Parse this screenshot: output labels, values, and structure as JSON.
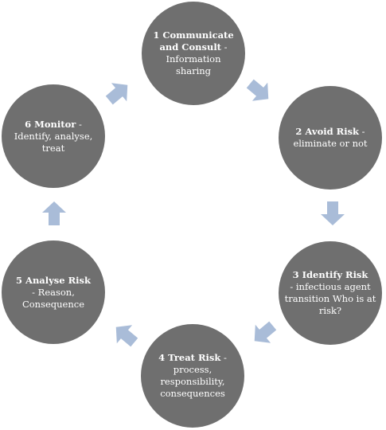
{
  "colors": {
    "node_fill": "#6f6f6f",
    "node_text": "#ffffff",
    "arrow_fill": "#a9bcd8"
  },
  "cycle": {
    "nodes": [
      {
        "title": "1 Communicate and Consult",
        "sep": " -",
        "desc": "Information sharing"
      },
      {
        "title": "2 Avoid Risk",
        "sep": " -",
        "desc": "eliminate or not"
      },
      {
        "title": "3 Identify Risk",
        "sep": "",
        "desc": "- infectious agent transition Who is at risk?"
      },
      {
        "title": "4 Treat Risk",
        "sep": " -",
        "desc": "process, responsibility, consequences"
      },
      {
        "title": "5 Analyse Risk",
        "sep": "",
        "desc": "- Reason, Consequence"
      },
      {
        "title": "6 Monitor",
        "sep": " -",
        "desc": "Identify, analyse, treat"
      }
    ],
    "arrows": [
      {
        "from": "1",
        "to": "2",
        "direction": "down-right"
      },
      {
        "from": "2",
        "to": "3",
        "direction": "down"
      },
      {
        "from": "3",
        "to": "4",
        "direction": "down-left"
      },
      {
        "from": "4",
        "to": "5",
        "direction": "up-left"
      },
      {
        "from": "5",
        "to": "6",
        "direction": "up"
      },
      {
        "from": "6",
        "to": "1",
        "direction": "up-right"
      }
    ]
  }
}
